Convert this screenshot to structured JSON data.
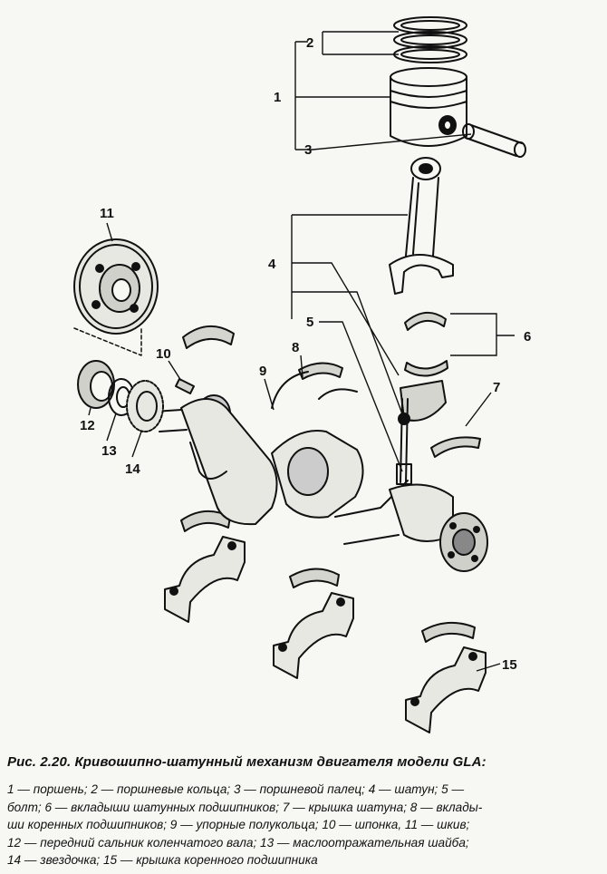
{
  "diagram": {
    "labels": [
      "1",
      "2",
      "3",
      "4",
      "5",
      "6",
      "7",
      "8",
      "9",
      "10",
      "11",
      "12",
      "13",
      "14",
      "15"
    ]
  },
  "caption": {
    "title": "Рис. 2.20. Кривошипно-шатунный механизм двигателя модели GLA:",
    "lines": [
      "1 — поршень; 2 — поршневые кольца; 3 — поршневой палец; 4 — шатун; 5 —",
      "болт; 6 — вкладыши шатунных подшипников; 7 — крышка шатуна; 8 — вклады-",
      "ши коренных подшипников; 9 — упорные полукольца; 10 — шпонка, 11 — шкив;",
      "12 — передний сальник коленчатого вала; 13 — маслоотражательная шайба;",
      "14 — звездочка; 15 — крышка коренного подшипника"
    ]
  }
}
